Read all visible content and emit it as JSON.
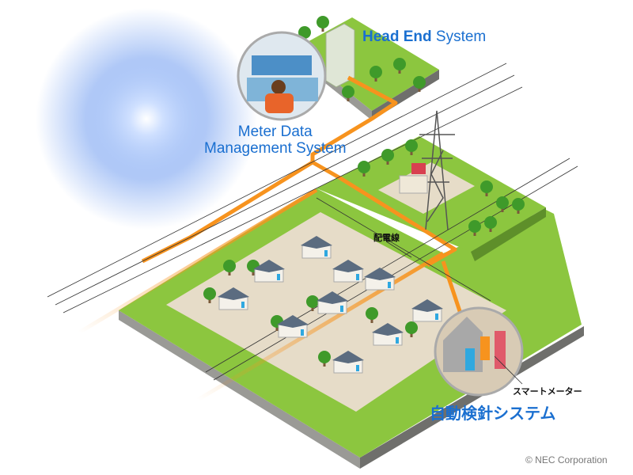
{
  "labels": {
    "head_end_bold": "Head End",
    "head_end_rest": " System",
    "mdm_line1": "Meter Data",
    "mdm_line2": "Management System",
    "distribution_line": "配電線",
    "smart_meter": "スマートメーター",
    "amr_system": "自動検針システム",
    "copyright": "© NEC Corporation"
  },
  "colors": {
    "grass": "#8cc63f",
    "grass_side": "#5e8f2a",
    "ground": "#e6dcc8",
    "fiber": "#f7931e",
    "title_blue": "#1a6fd0"
  }
}
